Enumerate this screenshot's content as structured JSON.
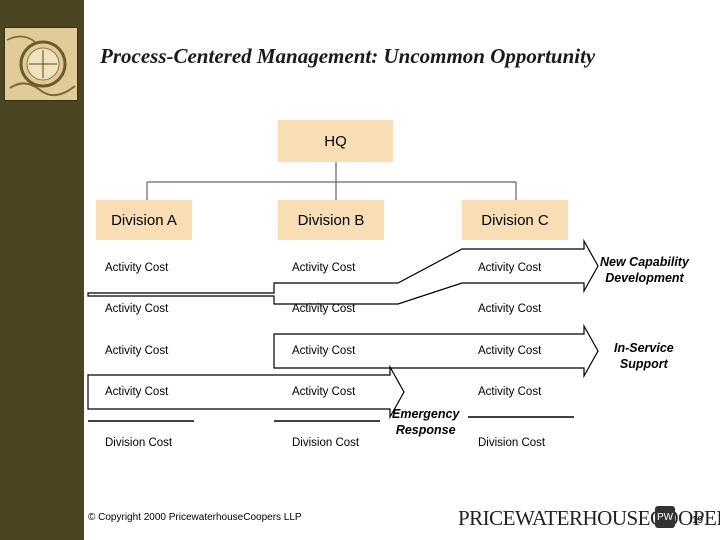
{
  "title": "Process-Centered Management: Uncommon Opportunity",
  "hq": "HQ",
  "divisions": [
    "Division A",
    "Division B",
    "Division C"
  ],
  "activity_label": "Activity Cost",
  "division_cost_label": "Division Cost",
  "annotations": {
    "new_capability": [
      "New Capability",
      "Development"
    ],
    "in_service": [
      "In-Service",
      "Support"
    ],
    "emergency": [
      "Emergency",
      "Response"
    ]
  },
  "footer": "© Copyright 2000 PricewaterhouseCoopers LLP",
  "logo": "PRICEWATERHOUSECOOPERS",
  "logo_badge": "PW",
  "page_number": "19",
  "colors": {
    "sidebar": "#4a4420",
    "box_fill": "#f9ddb5"
  }
}
